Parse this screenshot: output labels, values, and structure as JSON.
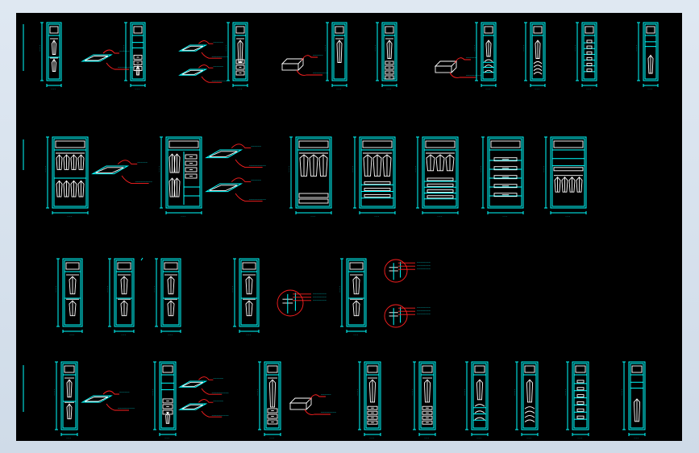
{
  "colors": {
    "frame": "#d7e2ee",
    "canvas": "#000000",
    "outline": "#00ffff",
    "detail": "#ffffff",
    "leader": "#ff2020"
  },
  "rows": [
    {
      "cabinets": [
        {
          "style": "hang-split"
        },
        {
          "style": "drawer-mix"
        },
        {
          "style": "hang-tall"
        },
        {
          "style": "narrow-hang"
        },
        {
          "style": "hang-drawers"
        },
        {
          "style": "hang-shelves"
        },
        {
          "style": "hang-curves"
        },
        {
          "style": "shelves"
        },
        {
          "style": "hang-top"
        }
      ],
      "callouts": [
        {
          "type": "panel"
        },
        {
          "type": "panel-pair"
        },
        {
          "type": "drawer"
        },
        {
          "type": "drawer"
        }
      ]
    },
    {
      "cabinets": [
        {
          "style": "double-hang"
        },
        {
          "style": "double-mix"
        },
        {
          "style": "double-robes"
        },
        {
          "style": "double-robe-shelves"
        },
        {
          "style": "double-stack"
        },
        {
          "style": "double-drawers"
        },
        {
          "style": "double-low-hang"
        }
      ],
      "callouts": [
        {
          "type": "panel"
        },
        {
          "type": "panel-pair"
        }
      ]
    },
    {
      "cabinets": [
        {
          "style": "hang-split"
        },
        {
          "style": "hang-split"
        },
        {
          "style": "hang-split"
        },
        {
          "style": "hang-split"
        },
        {
          "style": "hang-split"
        }
      ],
      "callouts": [
        {
          "type": "detail-circle"
        },
        {
          "type": "detail-circle-pair"
        }
      ]
    },
    {
      "cabinets": [
        {
          "style": "hang-split"
        },
        {
          "style": "drawer-mix"
        },
        {
          "style": "hang-tall"
        },
        {
          "style": "hang-drawers"
        },
        {
          "style": "hang-drawers"
        },
        {
          "style": "hang-shelves"
        },
        {
          "style": "hang-curves"
        },
        {
          "style": "shelves"
        },
        {
          "style": "hang-top"
        }
      ],
      "callouts": [
        {
          "type": "panel"
        },
        {
          "type": "panel-pair"
        },
        {
          "type": "drawer"
        }
      ]
    }
  ]
}
